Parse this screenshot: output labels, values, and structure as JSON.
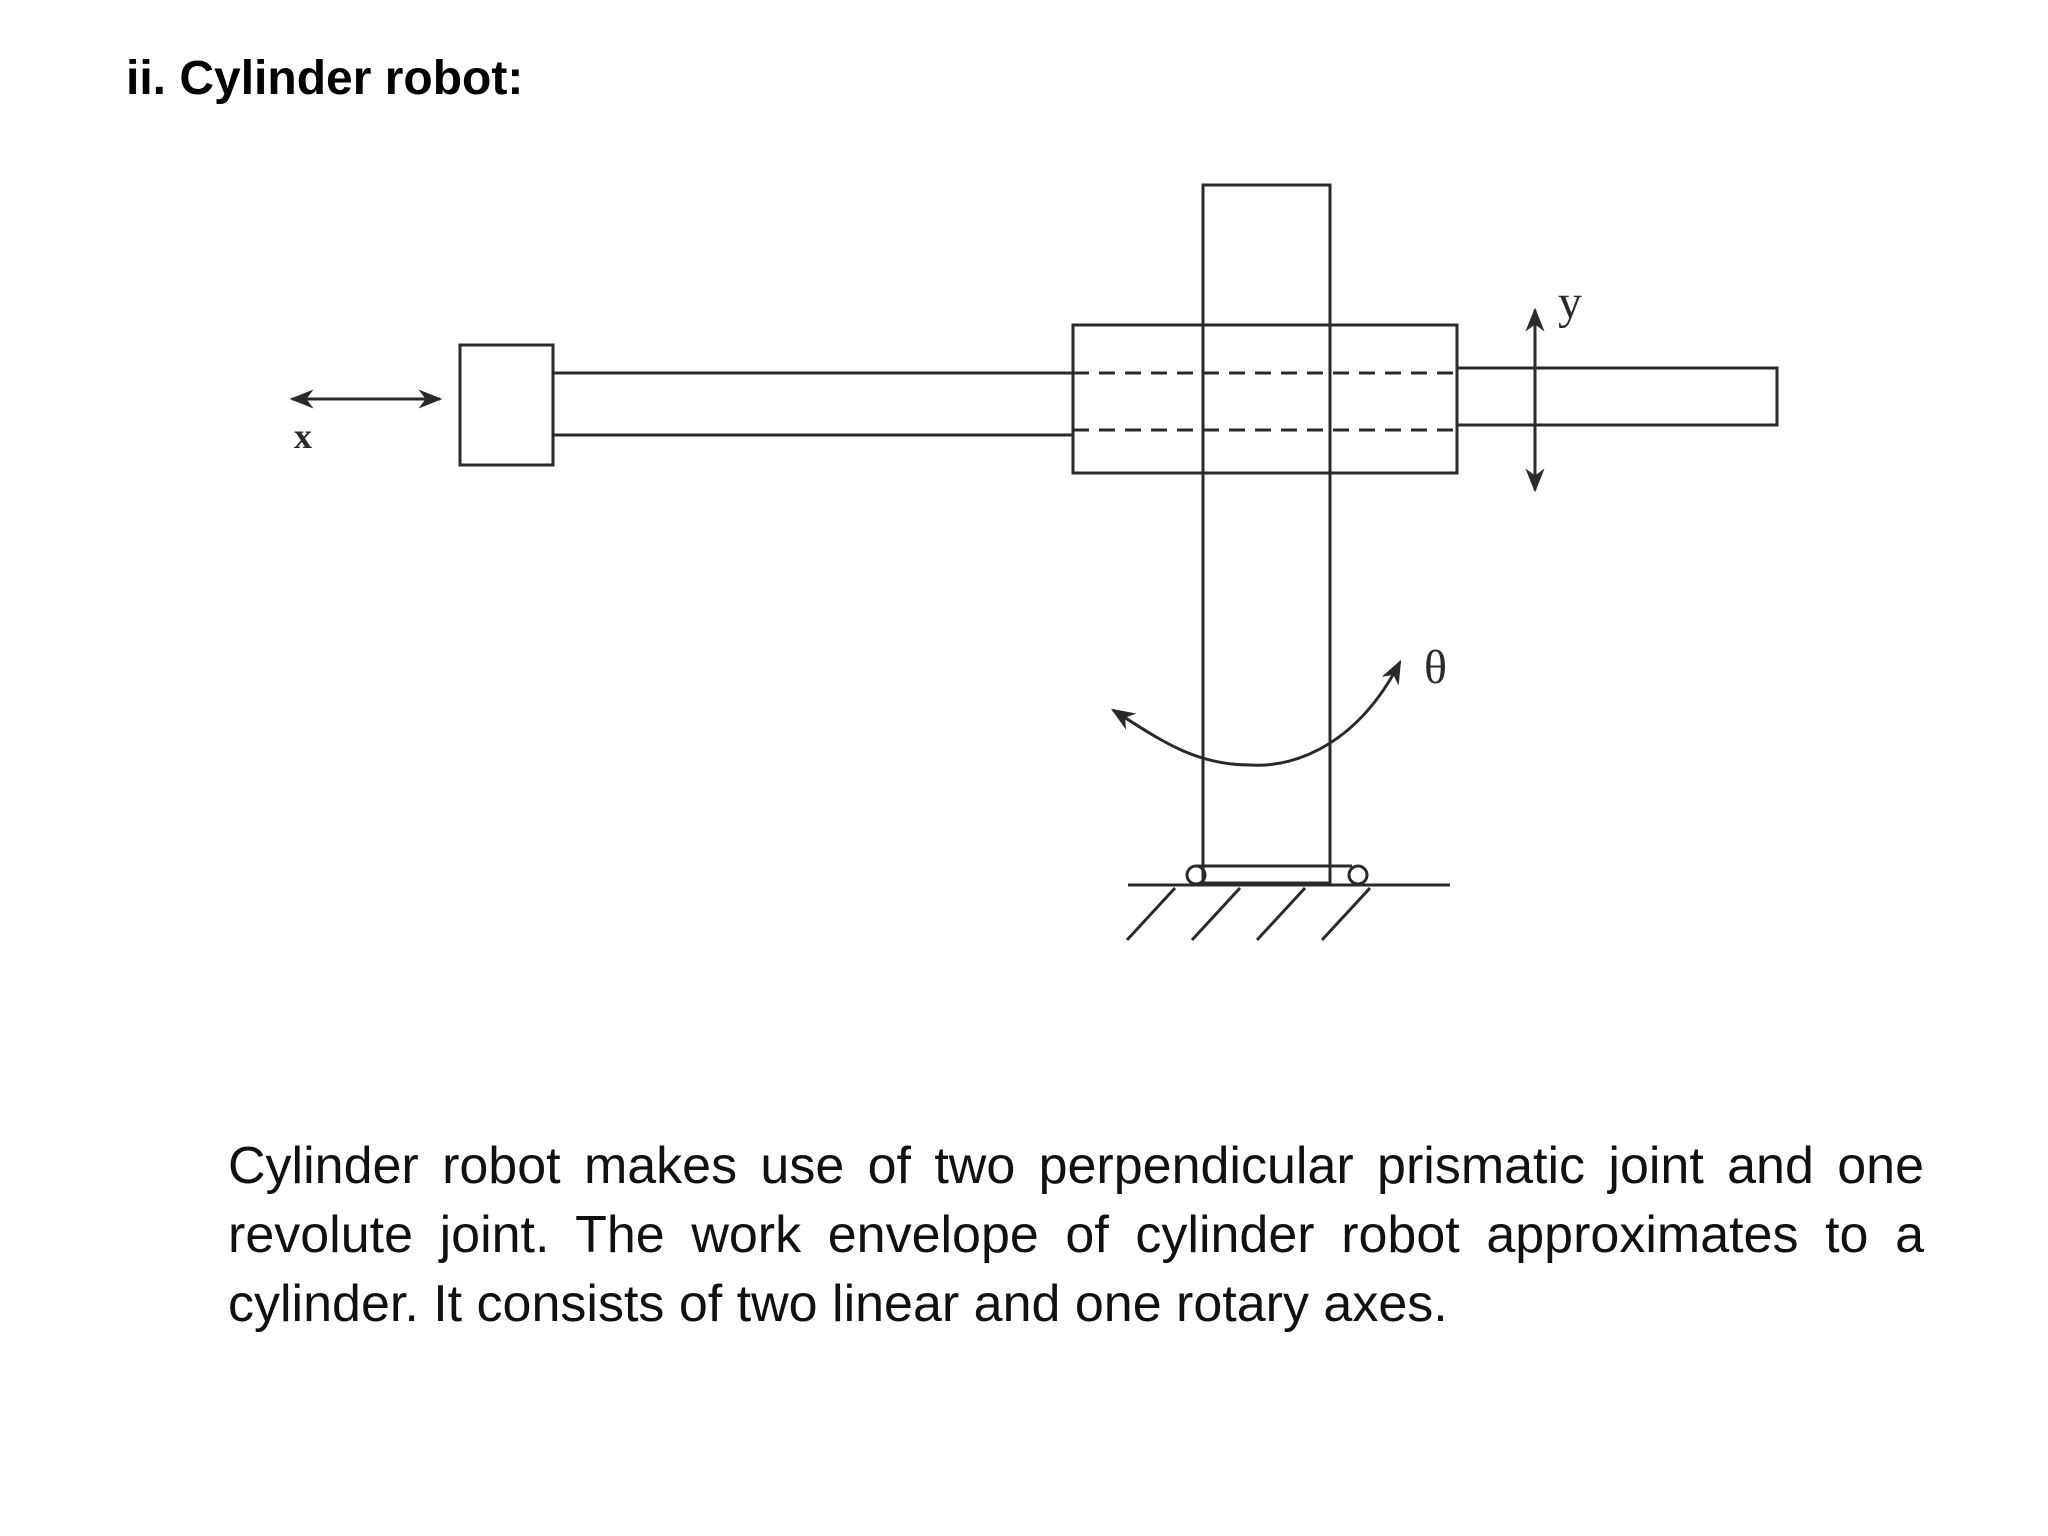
{
  "heading": "ii. Cylinder robot:",
  "figure": {
    "labels": {
      "x": "x",
      "y": "y",
      "theta": "θ"
    },
    "line_color": "#2a2a2a"
  },
  "description": "Cylinder robot makes use of two perpendicular prismatic joint and one revolute joint. The work envelope of cylinder robot approximates to a cylinder. It consists of two linear and one rotary axes."
}
